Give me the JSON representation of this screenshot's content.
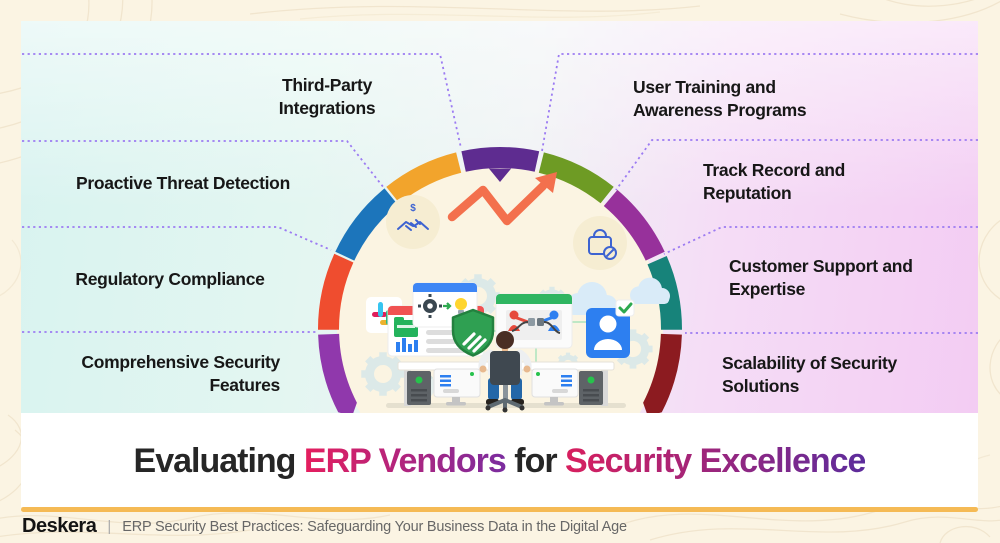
{
  "vendor_criteria": {
    "left": [
      {
        "text": "Third-Party\nIntegrations"
      },
      {
        "text": "Proactive Threat Detection"
      },
      {
        "text": "Regulatory Compliance"
      },
      {
        "text": "Comprehensive Security\nFeatures"
      }
    ],
    "right": [
      {
        "text": "User Training and\nAwareness Programs"
      },
      {
        "text": "Track Record and\nReputation"
      },
      {
        "text": "Customer Support and\nExpertise"
      },
      {
        "text": "Scalability of Security\nSolutions"
      }
    ]
  },
  "title": {
    "part1": "Evaluating",
    "part2": "ERP Vendors",
    "part3": "for",
    "part4": "Security Excellence"
  },
  "footer": {
    "brand": "Deskera",
    "separator": "|",
    "tagline": "ERP Security Best Practices: Safeguarding Your Business Data in the Digital Age"
  },
  "icons": {
    "handshake_badge": "$"
  },
  "colors": {
    "ring": {
      "amber": "#F2A42C",
      "top_purple": "#5E2C90",
      "green": "#6E9B24",
      "violet": "#97319B",
      "teal": "#17837A",
      "dark_red": "#8C1B20",
      "blue": "#1C75BB",
      "orange_red": "#EF4D2F",
      "bottom_purple": "#9038AC"
    },
    "inner_disc": "#FBF4E2",
    "connector_dots": "#9C7BF2",
    "accent_line": "#F5BA55",
    "growth_arrow": "#F3704D",
    "icon_blue": "#3D63D1",
    "title_dark": "#262626",
    "title_gradient_a": [
      "#E51E5E",
      "#7A2C9F"
    ],
    "title_gradient_b": [
      "#D81F5E",
      "#5C2C9C"
    ]
  }
}
